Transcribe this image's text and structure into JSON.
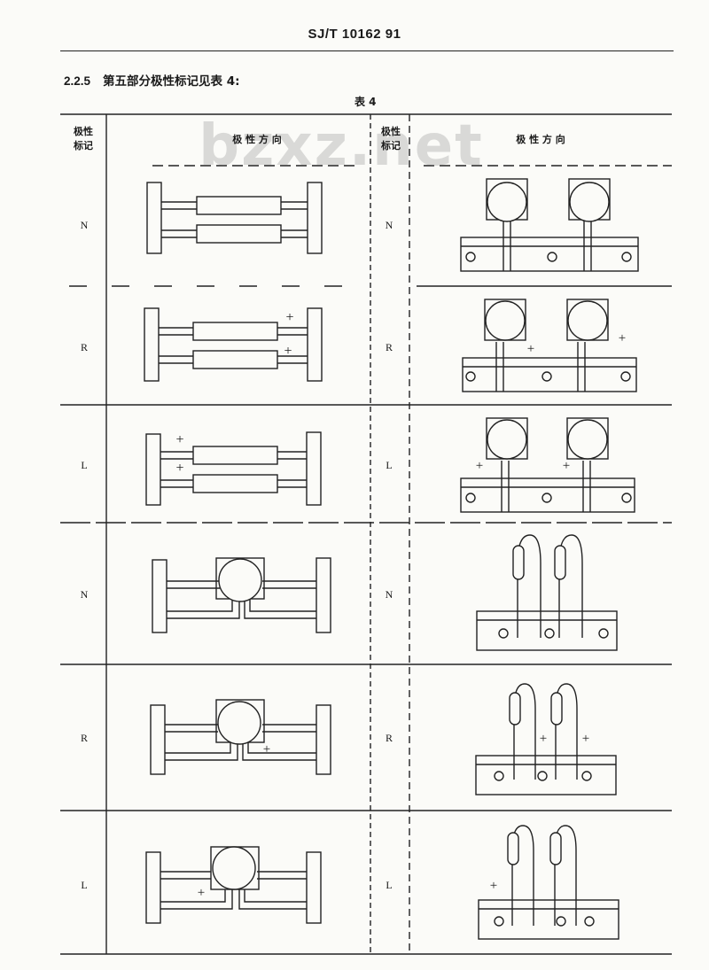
{
  "header": {
    "standard": "SJ/T 10162   91"
  },
  "section": {
    "number": "2.2.5",
    "title": "第五部分极性标记见表 4:"
  },
  "table": {
    "caption": "表 4",
    "headers": {
      "mark_col": "极性\n标记",
      "dir_col": "极  性  方  向",
      "mark_col_right": "极性\n标记",
      "dir_col_right": "极  性  方  向"
    },
    "rows": [
      {
        "left_mark": "N",
        "right_mark": "N"
      },
      {
        "left_mark": "R",
        "right_mark": "R"
      },
      {
        "left_mark": "L",
        "right_mark": "L"
      },
      {
        "left_mark": "N",
        "right_mark": "N"
      },
      {
        "left_mark": "R",
        "right_mark": "R"
      },
      {
        "left_mark": "L",
        "right_mark": "L"
      }
    ]
  },
  "watermark": "bzxz.net",
  "polarity_symbol": "+"
}
